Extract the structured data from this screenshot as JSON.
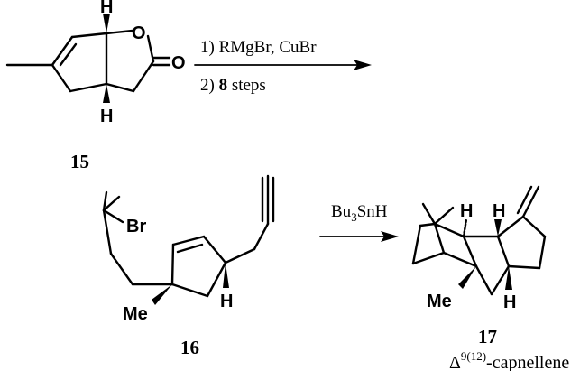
{
  "step1": {
    "reagent_line1": "1) RMgBr, CuBr",
    "reagent_line2_prefix": "2) ",
    "reagent_line2_count": "8",
    "reagent_line2_suffix": " steps"
  },
  "step2": {
    "reagent_base": "Bu",
    "reagent_sub": "3",
    "reagent_tail": "SnH"
  },
  "compounds": {
    "lactone": {
      "number": "15",
      "h_top": "H",
      "h_bottom": "H",
      "ring_o": "O",
      "carbonyl_o": "O"
    },
    "bromide": {
      "number": "16",
      "br": "Br",
      "me": "Me",
      "h": "H"
    },
    "product": {
      "number": "17",
      "h_left": "H",
      "h_right": "H",
      "me": "Me",
      "h_bottom": "H",
      "name_delta": "Δ",
      "name_sup": "9(12)",
      "name_tail": "-capnellene"
    }
  }
}
